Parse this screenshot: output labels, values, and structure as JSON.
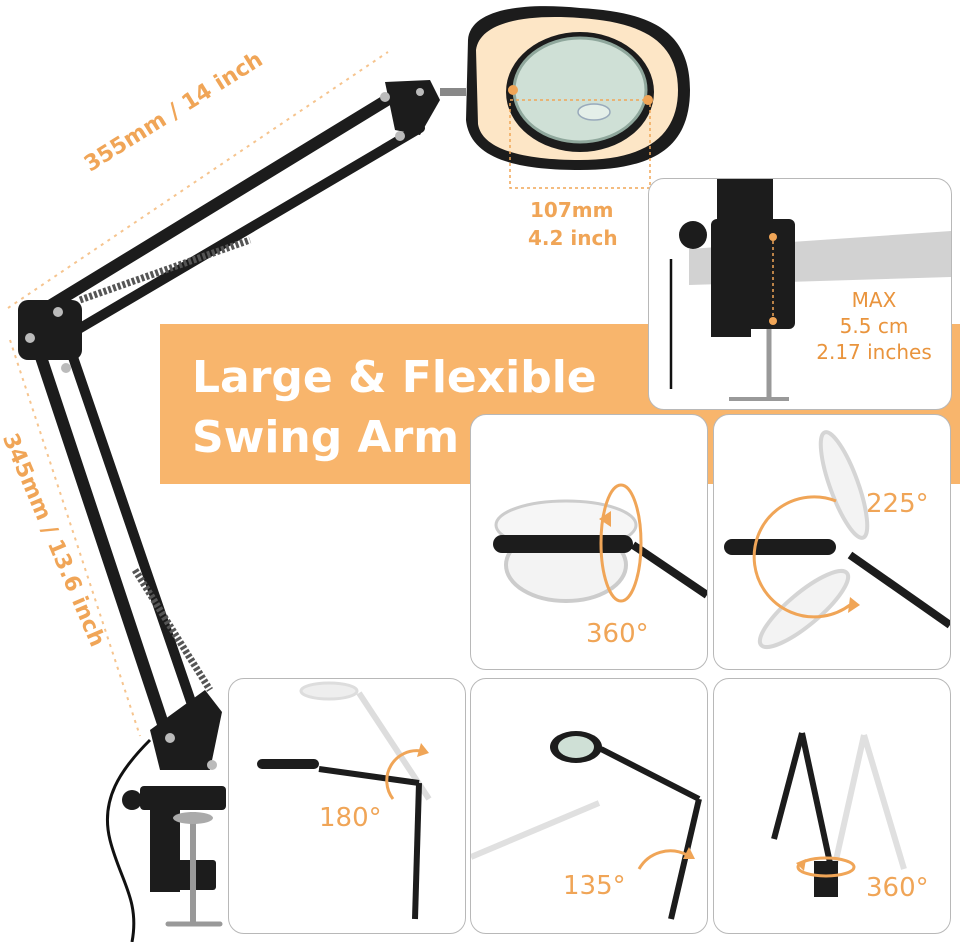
{
  "banner": {
    "line1": "Large & Flexible",
    "line2": "Swing Arm"
  },
  "dimensions": {
    "upper_arm": "355mm / 14 inch",
    "lower_arm": "345mm / 13.6 inch",
    "lens_mm": "107mm",
    "lens_inch": "4.2 inch"
  },
  "clamp": {
    "line1": "MAX",
    "line2": "5.5 cm",
    "line3": "2.17 inches"
  },
  "angles": {
    "head_rotate": "360°",
    "head_tilt": "225°",
    "arm_swing": "180°",
    "arm_bend": "135°",
    "base_rotate": "360°"
  },
  "colors": {
    "accent": "#f0a557",
    "banner": "#f8b56c",
    "lamp": "#1c1c1c",
    "border": "#b8b8b8"
  }
}
